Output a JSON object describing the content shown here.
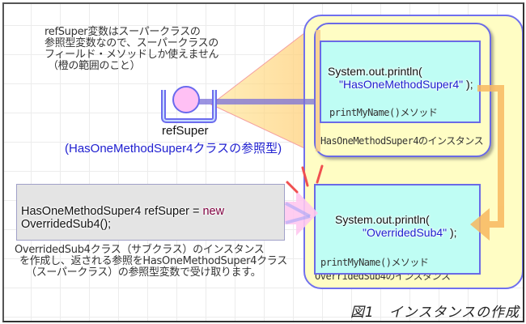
{
  "figure": {
    "caption": "図1　インスタンスの作成"
  },
  "explanations": {
    "top_lines": [
      "refSuper変数はスーパークラスの",
      "参照型変数なので、スーパークラスの",
      "フィールド・メソッドしか使えません",
      "（橙の範囲のこと）"
    ],
    "bottom_lines": [
      "OverridedSub4クラス（サブクラス）のインスタンス",
      "を作成し、返される参照をHasOneMethodSuper4クラス",
      "（スーパークラス）の参照型変数で受け取ります。"
    ]
  },
  "variable": {
    "name": "refSuper",
    "type_label": "(HasOneMethodSuper4クラスの参照型)"
  },
  "statement": {
    "prefix": "HasOneMethodSuper4 refSuper = ",
    "keyword": "new",
    "suffix": " OverridedSub4();"
  },
  "super_instance": {
    "label": "HasOneMethodSuper4のインスタンス",
    "method": {
      "code_line1": "System.out.println(",
      "code_string": "\"HasOneMethodSuper4\"",
      "code_end": " );",
      "name": "printMyName()メソッド"
    }
  },
  "sub_instance": {
    "label": "OverridedSub4のインスタンス",
    "method": {
      "code_line1": "System.out.println(",
      "code_string": "\"OverridedSub4\"",
      "code_end": " );",
      "name": "printMyName()メソッド"
    }
  },
  "colors": {
    "instance_fill": "#fffdc4",
    "instance_border": "#6a6ae6",
    "method_fill": "#bffdf4",
    "string_literal": "#2020d0",
    "keyword": "#800040",
    "type_label": "#2020d0",
    "override_arrow": "#f8b860",
    "reference_scope": "#f8d080"
  }
}
